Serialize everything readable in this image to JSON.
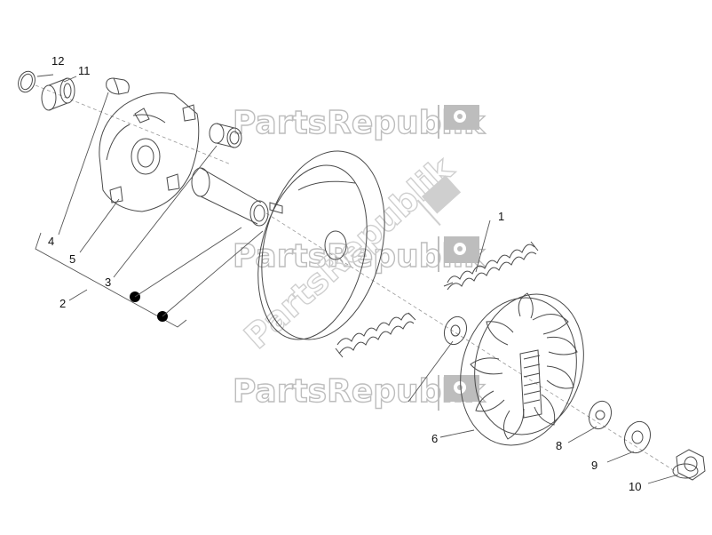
{
  "watermark": {
    "brand": "PartsRepublik"
  },
  "callouts": [
    {
      "id": "1",
      "label": "1"
    },
    {
      "id": "2",
      "label": "2"
    },
    {
      "id": "3",
      "label": "3"
    },
    {
      "id": "4",
      "label": "4"
    },
    {
      "id": "5",
      "label": "5"
    },
    {
      "id": "6",
      "label": "6"
    },
    {
      "id": "8",
      "label": "8"
    },
    {
      "id": "9",
      "label": "9"
    },
    {
      "id": "10",
      "label": "10"
    },
    {
      "id": "11",
      "label": "11"
    },
    {
      "id": "12",
      "label": "12"
    }
  ],
  "colors": {
    "line": "#4a4a4a",
    "watermark": "#bdbdbd",
    "marker": "#000000"
  }
}
